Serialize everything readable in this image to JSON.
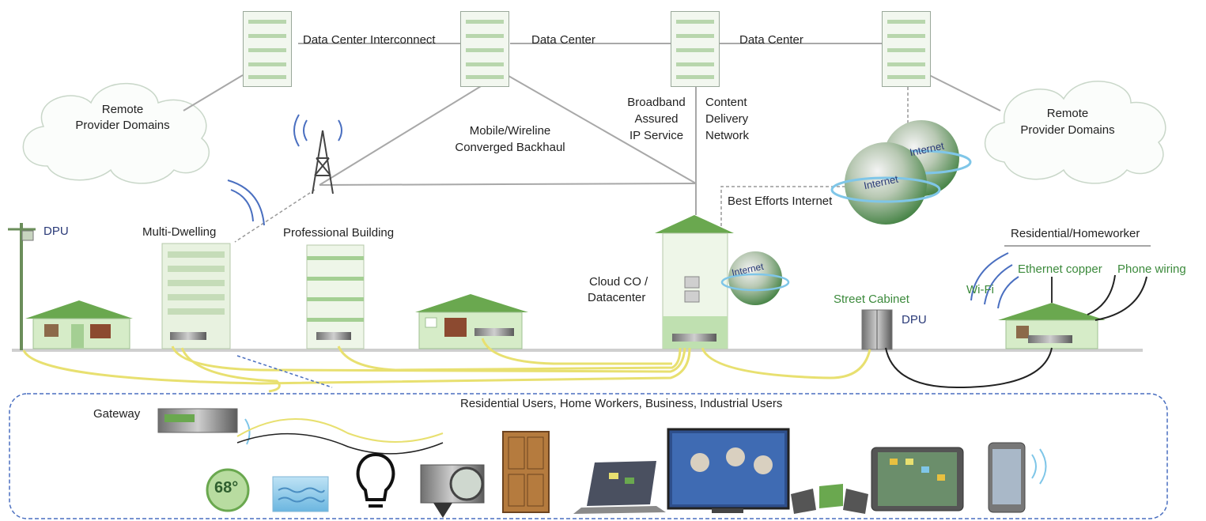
{
  "labels": {
    "dci": "Data Center Interconnect",
    "dc1": "Data Center",
    "dc2": "Data Center",
    "remote_left_1": "Remote",
    "remote_left_2": "Provider Domains",
    "remote_right_1": "Remote",
    "remote_right_2": "Provider Domains",
    "mobile_1": "Mobile/Wireline",
    "mobile_2": "Converged Backhaul",
    "broadband_1": "Broadband",
    "broadband_2": "Assured",
    "broadband_3": "IP Service",
    "content_1": "Content",
    "content_2": "Delivery",
    "content_3": "Network",
    "best_efforts": "Best Efforts Internet",
    "internet": "Internet",
    "dpu_left": "DPU",
    "multi_dwelling": "Multi-Dwelling",
    "professional_building": "Professional Building",
    "cloud_co_1": "Cloud CO /",
    "cloud_co_2": "Datacenter",
    "street_cabinet": "Street Cabinet",
    "dpu_right": "DPU",
    "residential": "Residential/Homeworker",
    "wifi": "Wi-Fi",
    "ethernet": "Ethernet copper",
    "phone_wiring": "Phone wiring",
    "users": "Residential Users, Home Workers, Business, Industrial Users",
    "gateway": "Gateway",
    "thermostat": "68°"
  },
  "colors": {
    "fiber": "#e8e070",
    "link": "#a8a8a8",
    "house_roof": "#6aa84f",
    "house_wall": "#d6ecc8",
    "accent_blue": "#2a3a78",
    "accent_green": "#3c8a3c"
  },
  "icons": [
    "cloud-icon",
    "rack-icon",
    "tower-icon",
    "globe-icon",
    "house-icon",
    "building-icon",
    "cabinet-icon",
    "thermostat-icon",
    "water-icon",
    "bulb-icon",
    "camera-icon",
    "door-icon",
    "laptop-icon",
    "tv-icon",
    "tablet-icon",
    "phone-icon"
  ]
}
